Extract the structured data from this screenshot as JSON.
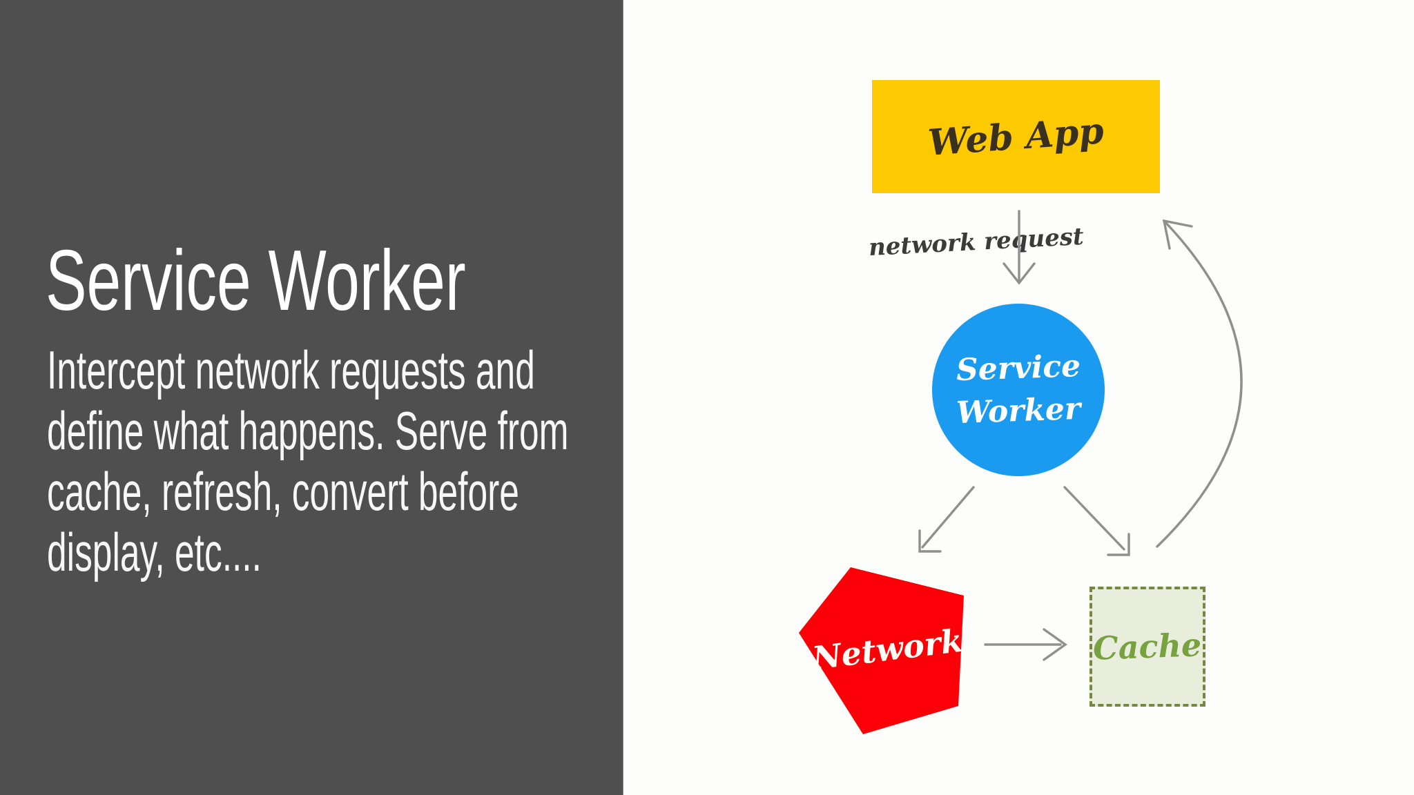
{
  "slide": {
    "title": "Service Worker",
    "body_lines": [
      "Intercept network requests and",
      "define what happens. Serve from",
      "cache, refresh, convert before",
      "display, etc...."
    ]
  },
  "diagram": {
    "web_app_label": "Web App",
    "network_request_label": "network request",
    "service_worker_line1": "Service",
    "service_worker_line2": "Worker",
    "network_label": "Network",
    "cache_label": "Cache"
  },
  "colors": {
    "left_panel_bg": "#4f4f50",
    "slide_bg": "#fdfdfc",
    "web_app_fill": "#fdca02",
    "web_app_text": "#3a3020",
    "service_worker_fill": "#1a9bf0",
    "network_fill": "#fb0007",
    "cache_fill": "#e8eedb",
    "cache_border": "#74883f",
    "cache_text": "#76a240",
    "arrow_stroke": "#8f8f8f",
    "title_text": "#ffffff",
    "body_text": "#f7f7f7"
  }
}
